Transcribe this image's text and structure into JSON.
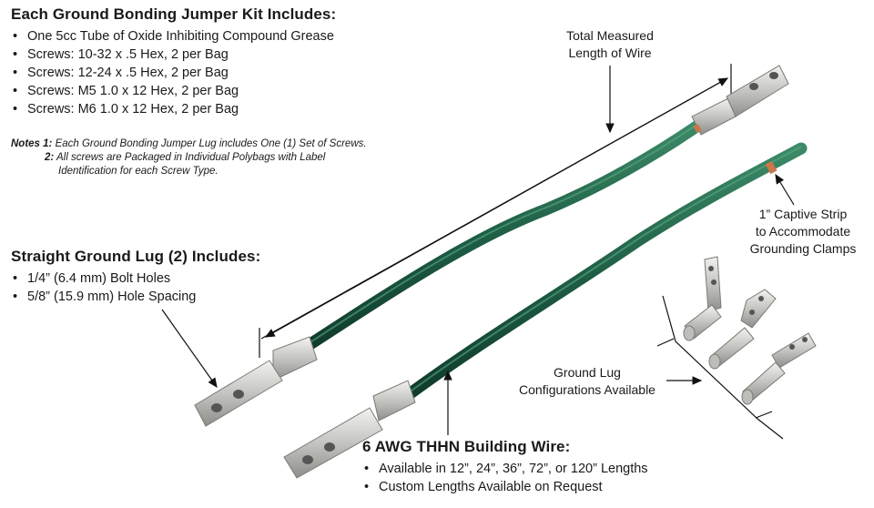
{
  "kit": {
    "title": "Each Ground Bonding Jumper Kit Includes:",
    "items": [
      "One 5cc Tube of Oxide Inhibiting Compound Grease",
      "Screws: 10-32 x .5 Hex, 2 per Bag",
      "Screws: 12-24 x .5 Hex, 2 per Bag",
      "Screws: M5 1.0 x 12 Hex, 2 per Bag",
      "Screws: M6 1.0 x 12 Hex, 2 per Bag"
    ]
  },
  "notes": {
    "note1_label": "Notes 1:",
    "note1_text": "Each Ground Bonding Jumper Lug includes One (1) Set of Screws.",
    "note2_label": "2:",
    "note2_line1": "All screws are Packaged in Individual Polybags with Label",
    "note2_line2": "Identification for each Screw Type."
  },
  "lug": {
    "title": "Straight Ground Lug (2) Includes:",
    "items": [
      "1/4” (6.4 mm) Bolt Holes",
      "5/8” (15.9 mm) Hole Spacing"
    ]
  },
  "wire": {
    "title": "6 AWG THHN Building Wire:",
    "items": [
      "Available in 12”, 24”, 36”, 72”, or 120” Lengths",
      "Custom Lengths Available on Request"
    ]
  },
  "callouts": {
    "total_length_line1": "Total Measured",
    "total_length_line2": "Length of Wire",
    "captive_line1": "1” Captive Strip",
    "captive_line2": "to Accommodate",
    "captive_line3": "Grounding Clamps",
    "config_line1": "Ground Lug",
    "config_line2": "Configurations Available"
  },
  "colors": {
    "wire_green": "#1e5e45",
    "lug_silver": "#c9c9c5",
    "copper": "#c9774a"
  }
}
